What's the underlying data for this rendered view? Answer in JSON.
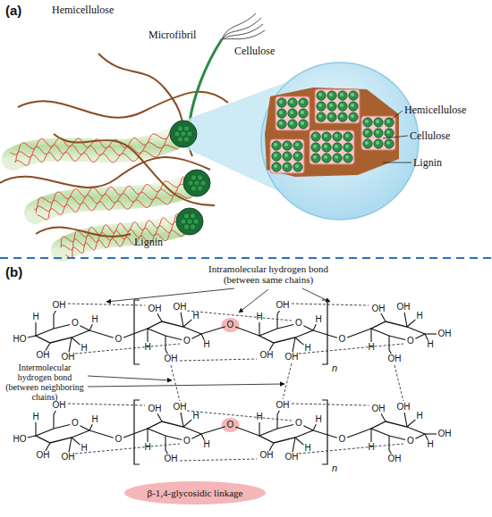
{
  "diagram": {
    "nodes": [
      {
        "text": [
          "β-1,4-glycosidic linkage"
        ]
      }
    ],
    "labels": [
      "(a)",
      "Hemicellulose",
      "Microfibril",
      "Cellulose",
      "Hemicellulose",
      "Cellulose",
      "Lignin",
      "Lignin",
      "(b)",
      "Intramolecular hydrogen bond (between same chains)",
      "Intermolecular hydrogen bond (between neighboring chains)",
      "OH",
      "O",
      "H",
      "OH",
      "H",
      "OH",
      "H",
      "OH",
      "O",
      "H",
      "OH",
      "H",
      "OH",
      "H",
      "OH",
      "O",
      "H",
      "OH",
      "H",
      "OH",
      "H",
      "OH",
      "O",
      "H",
      "OH",
      "H",
      "OH",
      "H",
      "O",
      "O",
      "O",
      "HO",
      "OH",
      "n",
      "OH",
      "O",
      "H",
      "OH",
      "H",
      "OH",
      "H",
      "OH",
      "O",
      "H",
      "OH",
      "H",
      "OH",
      "H",
      "OH",
      "O",
      "H",
      "OH",
      "H",
      "OH",
      "H",
      "OH",
      "O",
      "H",
      "OH",
      "H",
      "OH",
      "H",
      "O",
      "O",
      "O",
      "HO",
      "OH",
      "n"
    ]
  }
}
